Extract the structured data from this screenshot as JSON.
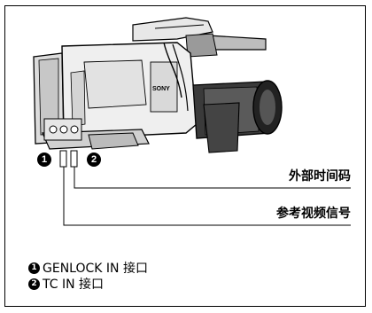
{
  "callouts": {
    "marker1": "1",
    "marker2": "2",
    "label_external_timecode": "外部时间码",
    "label_reference_video": "参考视频信号"
  },
  "notes": [
    {
      "num": "1",
      "text": "GENLOCK IN 接口"
    },
    {
      "num": "2",
      "text": "TC IN 接口"
    }
  ],
  "camera": {
    "brand_text": "SONY"
  }
}
